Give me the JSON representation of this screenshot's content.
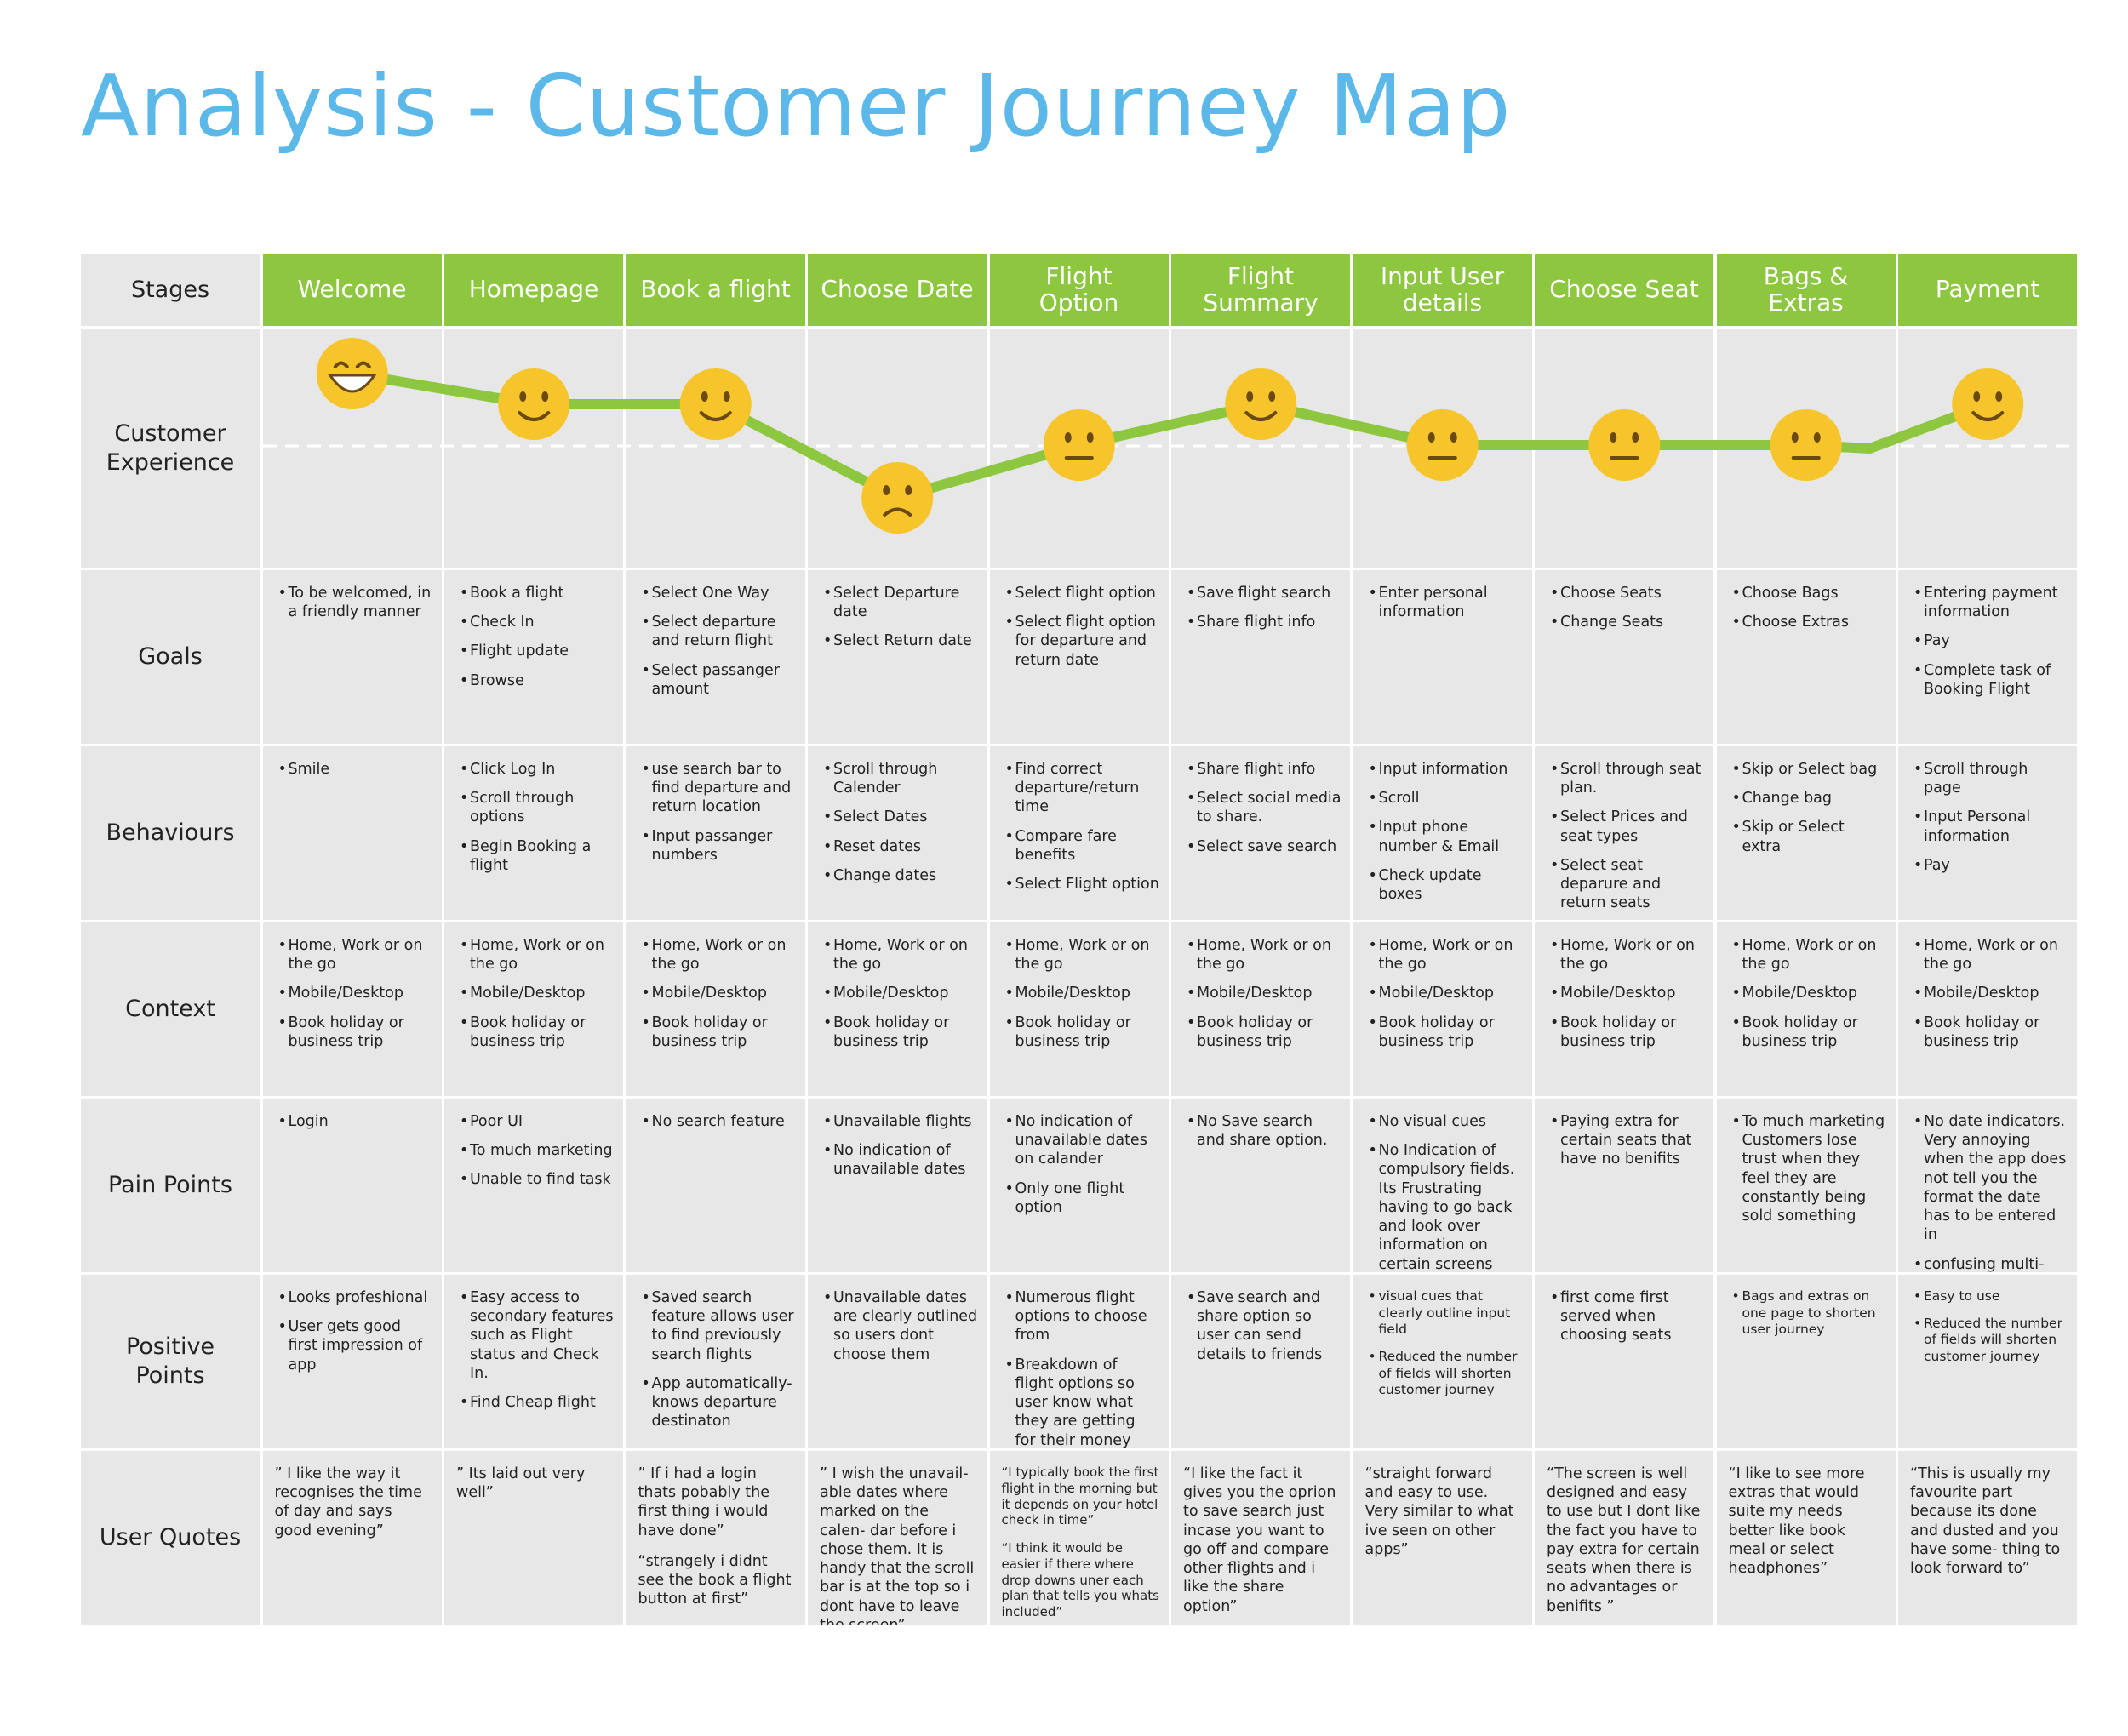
{
  "title": "Analysis - Customer Journey Map",
  "row_labels": {
    "stages": "Stages",
    "experience": "Customer\nExperience",
    "goals": "Goals",
    "behaviours": "Behaviours",
    "context": "Context",
    "pain": "Pain Points",
    "positive": "Positive\nPoints",
    "quotes": "User Quotes"
  },
  "stages": [
    "Welcome",
    "Homepage",
    "Book a flight",
    "Choose Date",
    "Flight\nOption",
    "Flight\nSummary",
    "Input User\ndetails",
    "Choose Seat",
    "Bags &\nExtras",
    "Payment"
  ],
  "experience": {
    "moods": [
      "delighted",
      "happy",
      "happy",
      "sad",
      "neutral",
      "happy",
      "neutral",
      "neutral",
      "neutral",
      "happy"
    ],
    "colors": {
      "line": "#8dc63f",
      "face": "#f6c42b",
      "feature": "#6b4a12",
      "stage_header": "#8dc63f",
      "title": "#5bb8e8"
    }
  },
  "goals": [
    [
      "To be welcomed, in a friendly manner"
    ],
    [
      "Book a flight",
      "Check In",
      "Flight update",
      "Browse"
    ],
    [
      "Select One Way",
      "Select departure and return flight",
      "Select passanger amount"
    ],
    [
      "Select Departure date",
      "Select Return date"
    ],
    [
      "Select flight option",
      "Select flight option for departure and return date"
    ],
    [
      "Save flight search",
      "Share flight info"
    ],
    [
      "Enter personal information"
    ],
    [
      "Choose Seats",
      "Change Seats"
    ],
    [
      "Choose Bags",
      "Choose Extras"
    ],
    [
      "Entering payment information",
      "Pay",
      "Complete task of Booking Flight"
    ]
  ],
  "behaviours": [
    [
      "Smile"
    ],
    [
      "Click Log In",
      "Scroll through options",
      "Begin Booking a flight"
    ],
    [
      "use search bar to find departure and return location",
      "Input passanger numbers"
    ],
    [
      "Scroll through Calender",
      "Select Dates",
      "Reset dates",
      "Change dates"
    ],
    [
      "Find correct departure/return time",
      "Compare fare benefits",
      "Select Flight option"
    ],
    [
      "Share flight info",
      "Select social media to share.",
      "Select save search"
    ],
    [
      "Input information",
      "Scroll",
      "Input phone number & Email",
      "Check update boxes"
    ],
    [
      "Scroll through seat plan.",
      "Select Prices and seat types",
      "Select seat deparure and return seats"
    ],
    [
      "Skip or Select bag",
      "Change bag",
      "Skip or Select extra"
    ],
    [
      "Scroll through page",
      "Input Personal information",
      "Pay"
    ]
  ],
  "context": [
    [
      "Home, Work or on the go",
      "Mobile/Desktop",
      "Book holiday or business trip"
    ],
    [
      "Home, Work or on the go",
      "Mobile/Desktop",
      "Book holiday or business trip"
    ],
    [
      "Home, Work or on the go",
      "Mobile/Desktop",
      "Book holiday or business trip"
    ],
    [
      "Home, Work or on the go",
      "Mobile/Desktop",
      "Book holiday or business trip"
    ],
    [
      "Home, Work or on the go",
      "Mobile/Desktop",
      "Book holiday or business trip"
    ],
    [
      "Home, Work or on the go",
      "Mobile/Desktop",
      "Book holiday or business trip"
    ],
    [
      "Home, Work or on the go",
      "Mobile/Desktop",
      "Book holiday or business trip"
    ],
    [
      "Home, Work or on the go",
      "Mobile/Desktop",
      "Book holiday or business trip"
    ],
    [
      "Home, Work or on the go",
      "Mobile/Desktop",
      "Book holiday or business trip"
    ],
    [
      "Home, Work or on the go",
      "Mobile/Desktop",
      "Book holiday or business trip"
    ]
  ],
  "pain_points": [
    [
      "Login"
    ],
    [
      "Poor UI",
      "To much marketing",
      "Unable to find task"
    ],
    [
      "No search feature"
    ],
    [
      "Unavailable flights",
      "No indication of unavailable dates"
    ],
    [
      "No indication of unavailable dates on calander",
      "Only one flight option"
    ],
    [
      "No Save search and share option."
    ],
    [
      "No visual cues",
      "No Indication of compulsory fields. Its Frustrating having to go back and look over information on certain screens"
    ],
    [
      "Paying extra for certain seats that have no benifits"
    ],
    [
      "To much marketing Customers lose trust when they feel they are constantly being sold something"
    ],
    [
      "No date indicators. Very annoying when the app does not tell you the format the date has to be entered in",
      "confusing multi-column forms"
    ]
  ],
  "positive_points": [
    [
      "Looks profeshional",
      "User gets good first impression of app"
    ],
    [
      "Easy access to secondary features such as Flight status and Check In.",
      "Find Cheap flight"
    ],
    [
      "Saved search feature allows user to find previously search flights",
      "App automatically- knows departure destinaton"
    ],
    [
      "Unavailable dates are clearly outlined so users dont choose them"
    ],
    [
      "Numerous flight options to choose from",
      "Breakdown of flight options so user know what they are getting for their money"
    ],
    [
      "Save search and share option so user can send details to friends"
    ],
    [
      "visual cues that clearly outline input field",
      "Reduced the number of fields will shorten customer journey"
    ],
    [
      "first come first served when choosing seats"
    ],
    [
      "Bags and extras on one page to shorten user journey"
    ],
    [
      "Easy to use",
      "Reduced the number of fields will shorten customer journey"
    ]
  ],
  "quotes": [
    [
      "” I like the way it recognises the time of day and says good evening”"
    ],
    [
      "” Its laid out very well”"
    ],
    [
      "” If i had a login thats pobably the first thing i would have done”",
      "“strangely i didnt see the book a flight button at first”"
    ],
    [
      "” I wish the unavail- able dates where marked on the calen- dar before i chose them. It is handy that the scroll bar is at the top so i dont have to leave the screen”"
    ],
    [
      "“I typically book the first flight in the morning but it depends on your hotel check in time”",
      "“I think it would be easier if there where drop downs uner each plan that tells you whats included”"
    ],
    [
      "“I like the fact it gives you the oprion to save search just incase you want to go off and compare other flights and i like the share option”"
    ],
    [
      "“straight forward and easy to use. Very similar to what ive seen on other apps”"
    ],
    [
      "“The screen is well designed and easy to use but I dont like the fact you have to pay extra for certain seats when there is no advantages or benifits ”"
    ],
    [
      "“I like to see more extras that would suite my needs better like book meal or select headphones”"
    ],
    [
      "“This is usually my favourite part because its done and dusted and you have some- thing to look forward to”"
    ]
  ]
}
